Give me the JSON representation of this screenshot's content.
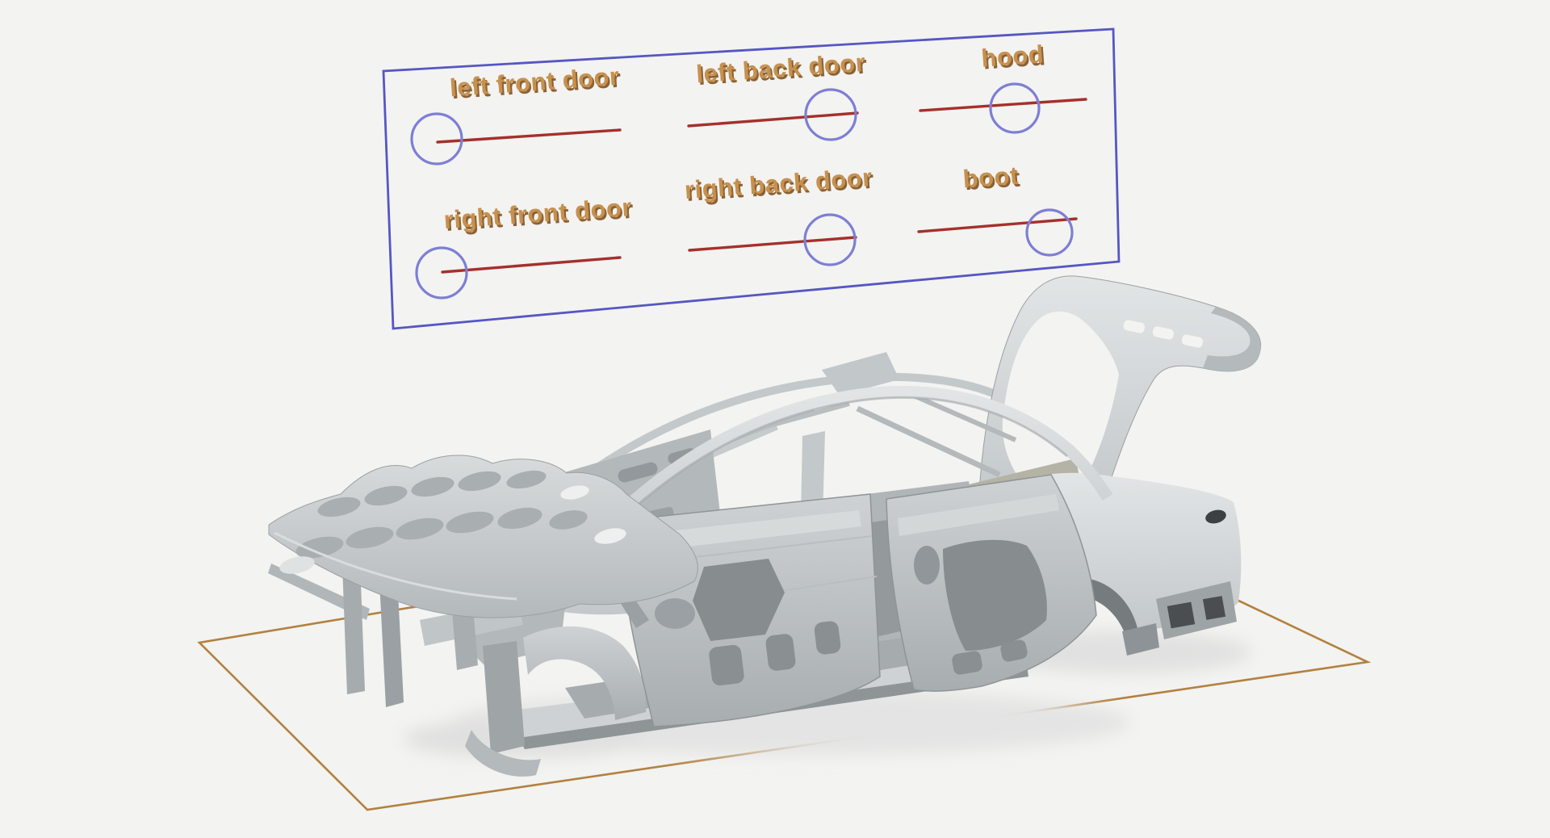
{
  "scene": {
    "background_color": "#f3f3f1",
    "ground": {
      "outline_color": "#b2813f"
    },
    "car": {
      "finish_color": "#c9cdcf"
    }
  },
  "panel": {
    "border_color": "#5656c4",
    "label_color": "#c6914f",
    "label_shadow_color": "#8b6134",
    "track_color": "#a5302c",
    "handle_color": "#7e7ed6",
    "sliders": [
      {
        "id": "left-front-door",
        "label": "left front door",
        "value": 0.0
      },
      {
        "id": "left-back-door",
        "label": "left back door",
        "value": 0.84
      },
      {
        "id": "hood",
        "label": "hood",
        "value": 0.57
      },
      {
        "id": "right-front-door",
        "label": "right front door",
        "value": 0.0
      },
      {
        "id": "right-back-door",
        "label": "right back door",
        "value": 0.85
      },
      {
        "id": "boot",
        "label": "boot",
        "value": 0.83
      }
    ]
  }
}
